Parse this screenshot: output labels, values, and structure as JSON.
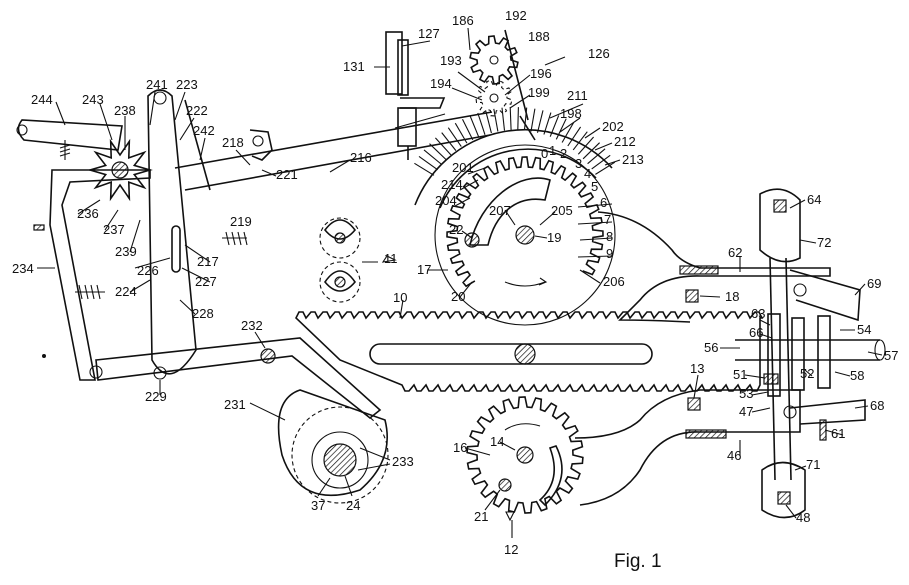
{
  "figure": {
    "caption": "Fig. 1",
    "labels": {
      "l127": "127",
      "l186": "186",
      "l192": "192",
      "l188": "188",
      "l126": "126",
      "l131": "131",
      "l193": "193",
      "l196": "196",
      "l194": "194",
      "l199": "199",
      "l211": "211",
      "l198": "198",
      "l202": "202",
      "l212": "212",
      "l213": "213",
      "l244": "244",
      "l243": "243",
      "l238": "238",
      "l241": "241",
      "l223": "223",
      "l222": "222",
      "l242": "242",
      "l218": "218",
      "l216": "216",
      "l221": "221",
      "l201": "201",
      "l214": "214",
      "l204": "204",
      "l207": "207",
      "l205": "205",
      "l236": "236",
      "l237": "237",
      "l239": "239",
      "l217": "217",
      "l219": "219",
      "l226": "226",
      "l227": "227",
      "l224": "224",
      "l228": "228",
      "l234": "234",
      "l22": "22",
      "l19": "19",
      "l11": "11",
      "l17": "17",
      "l20": "20",
      "l206": "206",
      "l10": "10",
      "l18": "18",
      "l62": "62",
      "l64": "64",
      "l72": "72",
      "l69": "69",
      "l63": "63",
      "l66": "66",
      "l54": "54",
      "l56": "56",
      "l57": "57",
      "l51": "51",
      "l52": "52",
      "l58": "58",
      "l53": "53",
      "l47": "47",
      "l68": "68",
      "l61": "61",
      "l46": "46",
      "l71": "71",
      "l48": "48",
      "l13": "13",
      "l232": "232",
      "l229": "229",
      "l231": "231",
      "l233": "233",
      "l37": "37",
      "l24": "24",
      "l16": "16",
      "l14": "14",
      "l21": "21",
      "l12": "12",
      "d0": "0",
      "d1": "1",
      "d2": "2",
      "d3": "3",
      "d4": "4",
      "d5": "5",
      "d6": "6",
      "d7": "7",
      "d8": "8",
      "d9": "9"
    }
  }
}
